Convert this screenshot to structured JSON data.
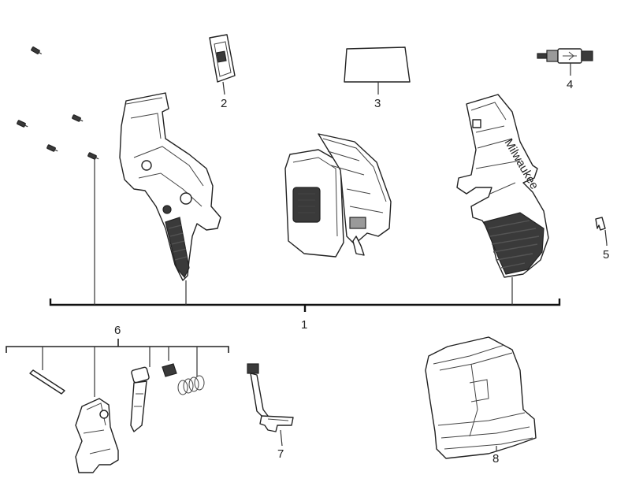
{
  "callouts": {
    "part_1": "1",
    "part_2": "2",
    "part_3": "3",
    "part_4": "4",
    "part_5": "5",
    "part_6": "6",
    "part_7": "7",
    "part_8": "8"
  },
  "colors": {
    "line": "#222222",
    "background": "#ffffff"
  }
}
